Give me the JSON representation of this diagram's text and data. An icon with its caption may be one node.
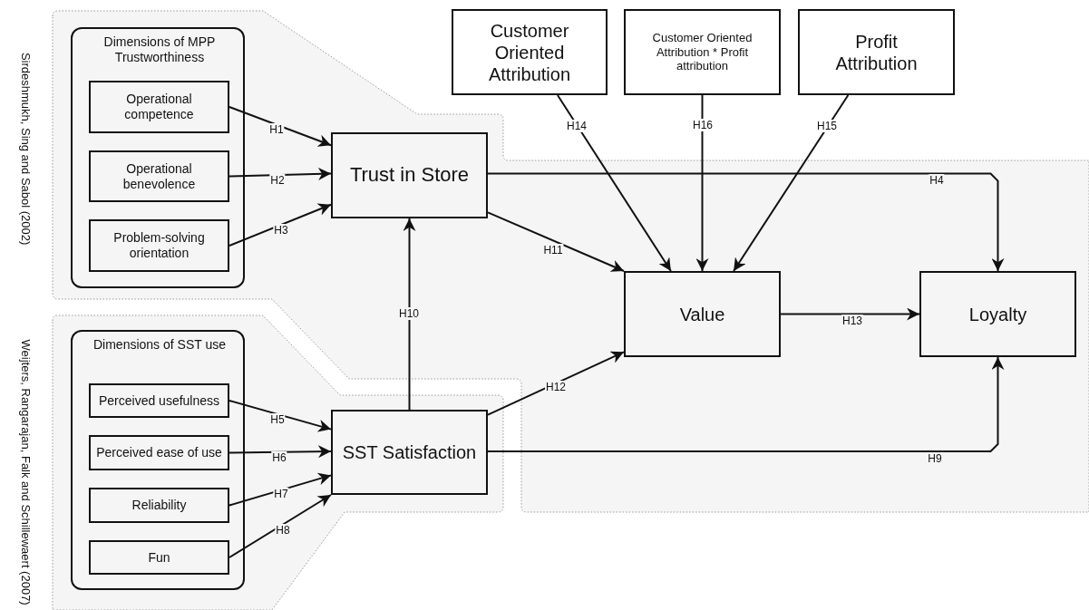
{
  "diagram": {
    "nodes": [
      {
        "text": [
          "Dimensions of MPP Trustworthiness"
        ]
      },
      {
        "text": [
          "Operational competence"
        ],
        "in": 0
      },
      {
        "text": [
          "Operational benevolence"
        ],
        "in": 0
      },
      {
        "text": [
          "Problem-solving orientation"
        ],
        "in": 0
      },
      {
        "text": [
          "Trust in Store"
        ]
      },
      {
        "text": [
          "Dimensions of SST use"
        ]
      },
      {
        "text": [
          "Perceived usefulness"
        ],
        "in": 5
      },
      {
        "text": [
          "Perceived ease of use"
        ],
        "in": 5
      },
      {
        "text": [
          "Reliability"
        ],
        "in": 5
      },
      {
        "text": [
          "Fun"
        ],
        "in": 5
      },
      {
        "text": [
          "SST Satisfaction"
        ]
      },
      {
        "text": [
          "Customer Oriented Attribution"
        ]
      },
      {
        "text": [
          "Customer Oriented Attribution * Profit attribution"
        ]
      },
      {
        "text": [
          "Profit Attribution"
        ]
      },
      {
        "text": [
          "Value"
        ]
      },
      {
        "text": [
          "Loyalty"
        ]
      }
    ],
    "edges": [
      {
        "from": 1,
        "to": 4,
        "arrow": "to",
        "label": "H1"
      },
      {
        "from": 2,
        "to": 4,
        "arrow": "to",
        "label": "H2"
      },
      {
        "from": 3,
        "to": 4,
        "arrow": "to",
        "label": "H3"
      },
      {
        "from": 6,
        "to": 10,
        "arrow": "to",
        "label": "H5"
      },
      {
        "from": 7,
        "to": 10,
        "arrow": "to",
        "label": "H6"
      },
      {
        "from": 8,
        "to": 10,
        "arrow": "to",
        "label": "H7"
      },
      {
        "from": 9,
        "to": 10,
        "arrow": "to",
        "label": "H8"
      },
      {
        "from": 10,
        "to": 4,
        "arrow": "to",
        "label": "H10"
      },
      {
        "from": 4,
        "to": 14,
        "arrow": "to",
        "label": "H11"
      },
      {
        "from": 10,
        "to": 14,
        "arrow": "to",
        "label": "H12"
      },
      {
        "from": 14,
        "to": 15,
        "arrow": "to",
        "label": "H13"
      },
      {
        "from": 11,
        "to": 14,
        "arrow": "to",
        "label": "H14"
      },
      {
        "from": 12,
        "to": 14,
        "arrow": "to",
        "label": "H16"
      },
      {
        "from": 13,
        "to": 14,
        "arrow": "to",
        "label": "H15"
      },
      {
        "from": 4,
        "to": 15,
        "arrow": "to",
        "label": "H4"
      },
      {
        "from": 10,
        "to": 15,
        "arrow": "to",
        "label": "H9"
      }
    ],
    "labels": [
      "Sirdeshmukh, Sing and Sabol (2002)",
      "Weijters, Rangarajan, Falk and Schillewaert (2007)"
    ]
  }
}
